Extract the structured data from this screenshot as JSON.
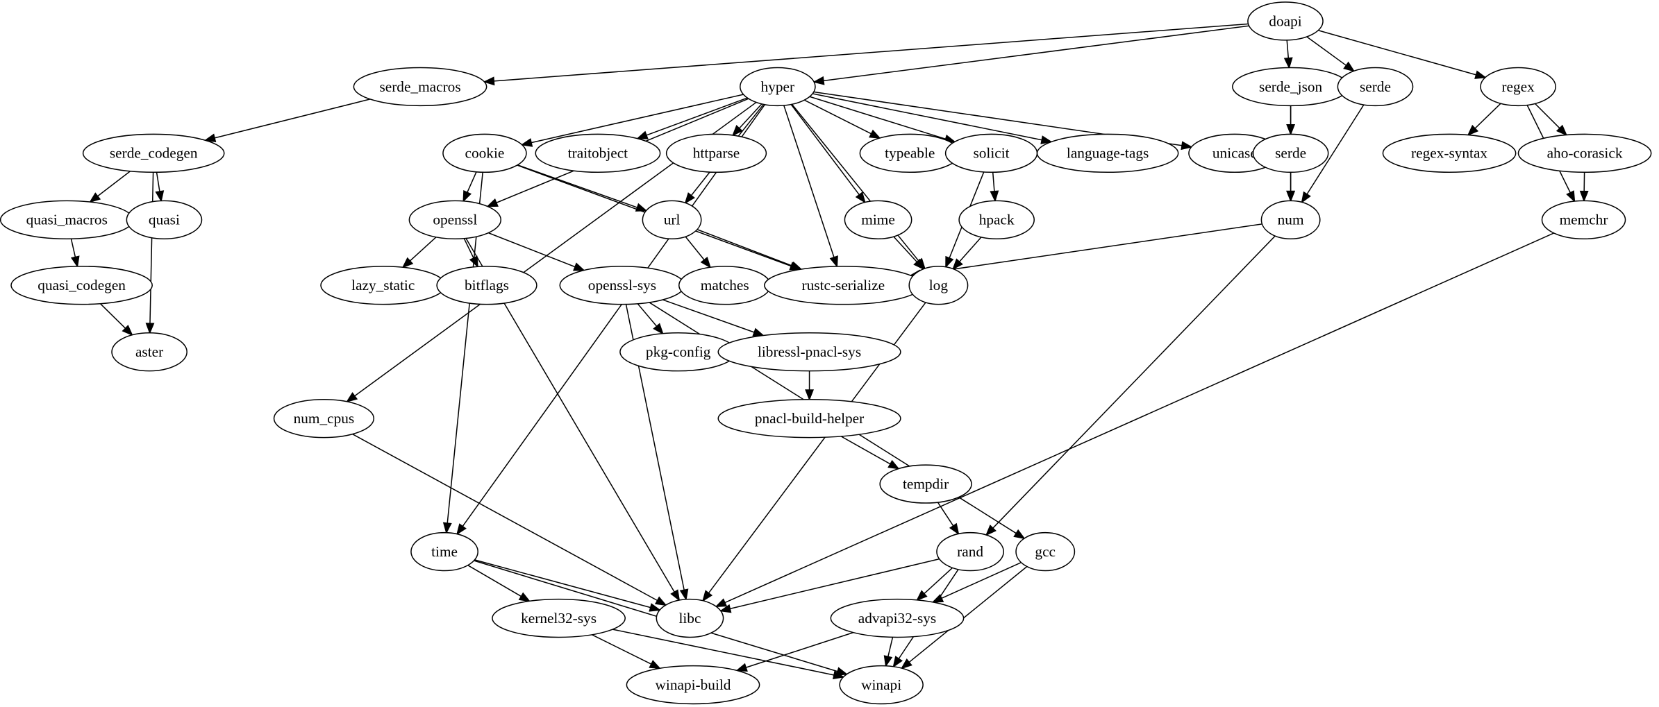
{
  "graph": {
    "nodes": [
      {
        "id": "doapi",
        "label": "doapi"
      },
      {
        "id": "serde_macros",
        "label": "serde_macros"
      },
      {
        "id": "hyper",
        "label": "hyper"
      },
      {
        "id": "serde_json",
        "label": "serde_json"
      },
      {
        "id": "serde",
        "label": "serde"
      },
      {
        "id": "regex",
        "label": "regex"
      },
      {
        "id": "serde_codegen",
        "label": "serde_codegen"
      },
      {
        "id": "cookie",
        "label": "cookie"
      },
      {
        "id": "traitobject",
        "label": "traitobject"
      },
      {
        "id": "httparse",
        "label": "httparse"
      },
      {
        "id": "typeable",
        "label": "typeable"
      },
      {
        "id": "solicit",
        "label": "solicit"
      },
      {
        "id": "language-tags",
        "label": "language-tags"
      },
      {
        "id": "unicase",
        "label": "unicase"
      },
      {
        "id": "serde2",
        "label": "serde"
      },
      {
        "id": "regex-syntax",
        "label": "regex-syntax"
      },
      {
        "id": "aho-corasick",
        "label": "aho-corasick"
      },
      {
        "id": "quasi_macros",
        "label": "quasi_macros"
      },
      {
        "id": "quasi",
        "label": "quasi"
      },
      {
        "id": "openssl",
        "label": "openssl"
      },
      {
        "id": "url",
        "label": "url"
      },
      {
        "id": "mime",
        "label": "mime"
      },
      {
        "id": "hpack",
        "label": "hpack"
      },
      {
        "id": "num",
        "label": "num"
      },
      {
        "id": "memchr",
        "label": "memchr"
      },
      {
        "id": "quasi_codegen",
        "label": "quasi_codegen"
      },
      {
        "id": "lazy_static",
        "label": "lazy_static"
      },
      {
        "id": "bitflags",
        "label": "bitflags"
      },
      {
        "id": "openssl-sys",
        "label": "openssl-sys"
      },
      {
        "id": "matches",
        "label": "matches"
      },
      {
        "id": "rustc-serialize",
        "label": "rustc-serialize"
      },
      {
        "id": "log",
        "label": "log"
      },
      {
        "id": "aster",
        "label": "aster"
      },
      {
        "id": "pkg-config",
        "label": "pkg-config"
      },
      {
        "id": "libressl-pnacl-sys",
        "label": "libressl-pnacl-sys"
      },
      {
        "id": "pnacl-build-helper",
        "label": "pnacl-build-helper"
      },
      {
        "id": "num_cpus",
        "label": "num_cpus"
      },
      {
        "id": "tempdir",
        "label": "tempdir"
      },
      {
        "id": "time",
        "label": "time"
      },
      {
        "id": "rand",
        "label": "rand"
      },
      {
        "id": "gcc",
        "label": "gcc"
      },
      {
        "id": "libc",
        "label": "libc"
      },
      {
        "id": "kernel32-sys",
        "label": "kernel32-sys"
      },
      {
        "id": "advapi32-sys",
        "label": "advapi32-sys"
      },
      {
        "id": "winapi-build",
        "label": "winapi-build"
      },
      {
        "id": "winapi",
        "label": "winapi"
      }
    ],
    "edges": [
      [
        "doapi",
        "serde_macros"
      ],
      [
        "doapi",
        "hyper"
      ],
      [
        "doapi",
        "serde_json"
      ],
      [
        "doapi",
        "serde"
      ],
      [
        "doapi",
        "regex"
      ],
      [
        "serde_macros",
        "serde_codegen"
      ],
      [
        "serde_codegen",
        "quasi_macros"
      ],
      [
        "serde_codegen",
        "quasi"
      ],
      [
        "serde_codegen",
        "aster"
      ],
      [
        "quasi_macros",
        "quasi_codegen"
      ],
      [
        "quasi_codegen",
        "aster"
      ],
      [
        "hyper",
        "cookie"
      ],
      [
        "hyper",
        "traitobject"
      ],
      [
        "hyper",
        "httparse"
      ],
      [
        "hyper",
        "typeable"
      ],
      [
        "hyper",
        "solicit"
      ],
      [
        "hyper",
        "language-tags"
      ],
      [
        "hyper",
        "unicase"
      ],
      [
        "hyper",
        "openssl"
      ],
      [
        "hyper",
        "url"
      ],
      [
        "hyper",
        "mime"
      ],
      [
        "hyper",
        "log"
      ],
      [
        "hyper",
        "rustc-serialize"
      ],
      [
        "hyper",
        "time"
      ],
      [
        "hyper",
        "num_cpus"
      ],
      [
        "cookie",
        "openssl"
      ],
      [
        "cookie",
        "url"
      ],
      [
        "cookie",
        "rustc-serialize"
      ],
      [
        "cookie",
        "time"
      ],
      [
        "openssl",
        "lazy_static"
      ],
      [
        "openssl",
        "bitflags"
      ],
      [
        "openssl",
        "openssl-sys"
      ],
      [
        "openssl",
        "libc"
      ],
      [
        "url",
        "matches"
      ],
      [
        "url",
        "rustc-serialize"
      ],
      [
        "mime",
        "log"
      ],
      [
        "solicit",
        "hpack"
      ],
      [
        "solicit",
        "log"
      ],
      [
        "hpack",
        "log"
      ],
      [
        "serde_json",
        "serde2"
      ],
      [
        "serde_json",
        "num"
      ],
      [
        "serde2",
        "num"
      ],
      [
        "serde",
        "num"
      ],
      [
        "regex",
        "regex-syntax"
      ],
      [
        "regex",
        "aho-corasick"
      ],
      [
        "regex",
        "memchr"
      ],
      [
        "aho-corasick",
        "memchr"
      ],
      [
        "num",
        "rustc-serialize"
      ],
      [
        "num",
        "rand"
      ],
      [
        "memchr",
        "libc"
      ],
      [
        "log",
        "libc"
      ],
      [
        "openssl-sys",
        "pkg-config"
      ],
      [
        "openssl-sys",
        "libressl-pnacl-sys"
      ],
      [
        "openssl-sys",
        "gcc"
      ],
      [
        "openssl-sys",
        "libc"
      ],
      [
        "libressl-pnacl-sys",
        "pnacl-build-helper"
      ],
      [
        "pnacl-build-helper",
        "tempdir"
      ],
      [
        "tempdir",
        "rand"
      ],
      [
        "num_cpus",
        "libc"
      ],
      [
        "time",
        "libc"
      ],
      [
        "time",
        "kernel32-sys"
      ],
      [
        "time",
        "winapi"
      ],
      [
        "rand",
        "libc"
      ],
      [
        "rand",
        "advapi32-sys"
      ],
      [
        "rand",
        "winapi"
      ],
      [
        "gcc",
        "advapi32-sys"
      ],
      [
        "gcc",
        "winapi"
      ],
      [
        "kernel32-sys",
        "winapi-build"
      ],
      [
        "kernel32-sys",
        "winapi"
      ],
      [
        "advapi32-sys",
        "winapi-build"
      ],
      [
        "advapi32-sys",
        "winapi"
      ]
    ]
  }
}
